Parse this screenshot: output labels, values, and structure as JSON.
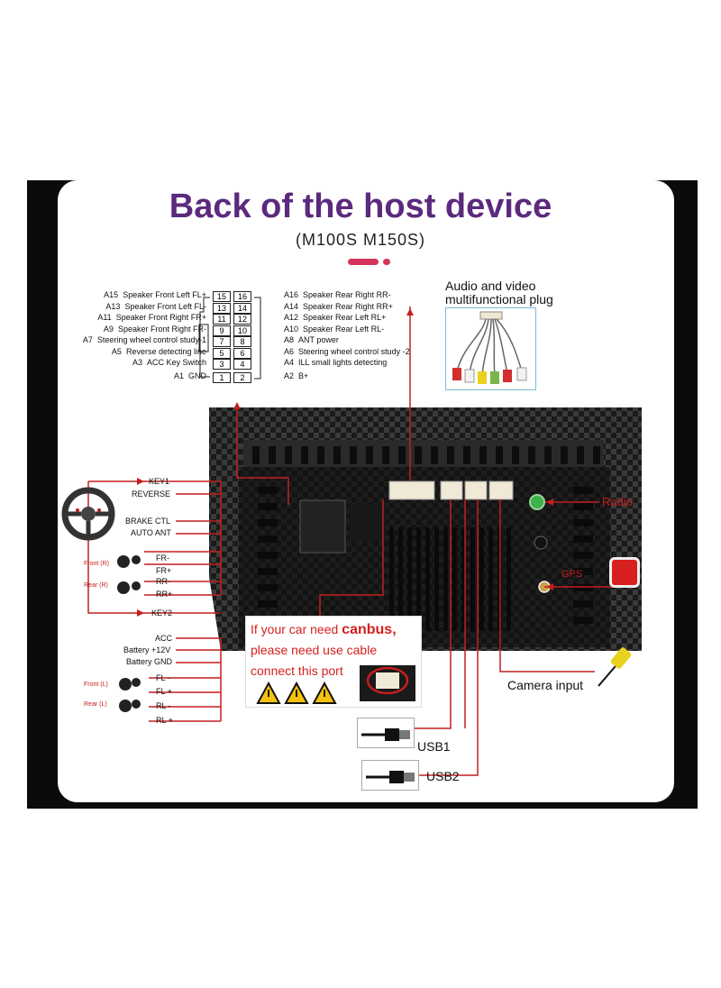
{
  "title": "Back of the host device",
  "subtitle": "(M100S  M150S)",
  "accent_color": "#5b2a7e",
  "wire_color": "#c41e1e",
  "connector_left": [
    {
      "id": "A15",
      "label": "Speaker Front Left FL+",
      "pin": "15"
    },
    {
      "id": "A13",
      "label": "Speaker Front Left FL-",
      "pin": "13"
    },
    {
      "id": "A11",
      "label": "Speaker Front Right FR+",
      "pin": "11"
    },
    {
      "id": "A9",
      "label": "Speaker Front Right FR-",
      "pin": "9"
    },
    {
      "id": "A7",
      "label": "Steering wheel control study-1",
      "pin": "7"
    },
    {
      "id": "A5",
      "label": "Reverse detecting line",
      "pin": "5"
    },
    {
      "id": "A3",
      "label": "ACC Key Switch",
      "pin": "3"
    },
    {
      "id": "A1",
      "label": "GND",
      "pin": "1"
    }
  ],
  "connector_right": [
    {
      "id": "A16",
      "label": "Speaker Rear Right RR-",
      "pin": "16"
    },
    {
      "id": "A14",
      "label": "Speaker Rear Right RR+",
      "pin": "14"
    },
    {
      "id": "A12",
      "label": "Speaker Rear Left RL+",
      "pin": "12"
    },
    {
      "id": "A10",
      "label": "Speaker Rear Left RL-",
      "pin": "10"
    },
    {
      "id": "A8",
      "label": "ANT power",
      "pin": "8"
    },
    {
      "id": "A6",
      "label": "Steering wheel control study -2",
      "pin": "6"
    },
    {
      "id": "A4",
      "label": "ILL small lights detecting",
      "pin": "4"
    },
    {
      "id": "A2",
      "label": "B+",
      "pin": "2"
    }
  ],
  "av_plug": {
    "line1": "Audio and video",
    "line2": "multifunctional plug"
  },
  "left_wires_top": [
    "KEY1",
    "REVERSE",
    "BRAKE CTL",
    "AUTO ANT"
  ],
  "speakers_front_r": {
    "label": "Front (R)",
    "minus": "FR-",
    "plus": "FR+"
  },
  "speakers_rear_r": {
    "label": "Rear (R)",
    "minus": "RR-",
    "plus": "RR+"
  },
  "key2": "KEY2",
  "power_wires": [
    "ACC",
    "Battery +12V",
    "Battery GND"
  ],
  "speakers_front_l": {
    "label": "Front (L)",
    "minus": "FL -",
    "plus": "FL +"
  },
  "speakers_rear_l": {
    "label": "Rear (L)",
    "minus": "RL -",
    "plus": "RL +"
  },
  "canbus_note": {
    "line1_a": "If your car need ",
    "line1_b": "canbus,",
    "line2": "please need use cable",
    "line3": "connect this port"
  },
  "radio_label": "Radio",
  "gps_label": "GPS",
  "camera_label": "Camera input",
  "usb1_label": "USB1",
  "usb2_label": "USB2"
}
